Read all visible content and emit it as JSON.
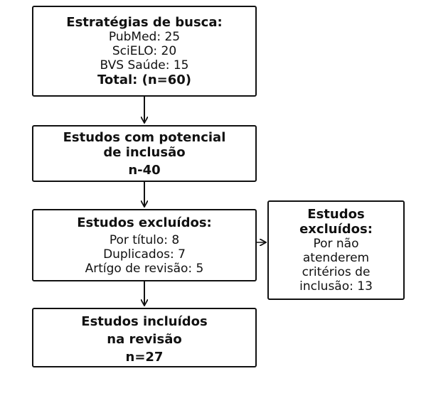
{
  "boxes": {
    "search": {
      "title": "Estratégias de busca:",
      "lines": [
        "PubMed: 25",
        "SciELO: 20",
        "BVS Saúde: 15"
      ],
      "total": "Total: (n=60)"
    },
    "potential": {
      "title_line1": "Estudos com potencial",
      "title_line2": "de inclusão",
      "count": "n-40"
    },
    "excluded": {
      "title": "Estudos excluídos:",
      "lines": [
        "Por título: 8",
        "Duplicados: 7",
        "Artígo de revisão: 5"
      ]
    },
    "excluded_criteria": {
      "title_line1": "Estudos",
      "title_line2": "excluídos:",
      "lines": [
        "Por não",
        "atenderem",
        "critérios de",
        "inclusão: 13"
      ]
    },
    "included": {
      "title_line1": "Estudos incluídos",
      "title_line2": "na revisão",
      "count": "n=27"
    }
  },
  "colors": {
    "stroke": "#111111",
    "background": "#ffffff"
  }
}
